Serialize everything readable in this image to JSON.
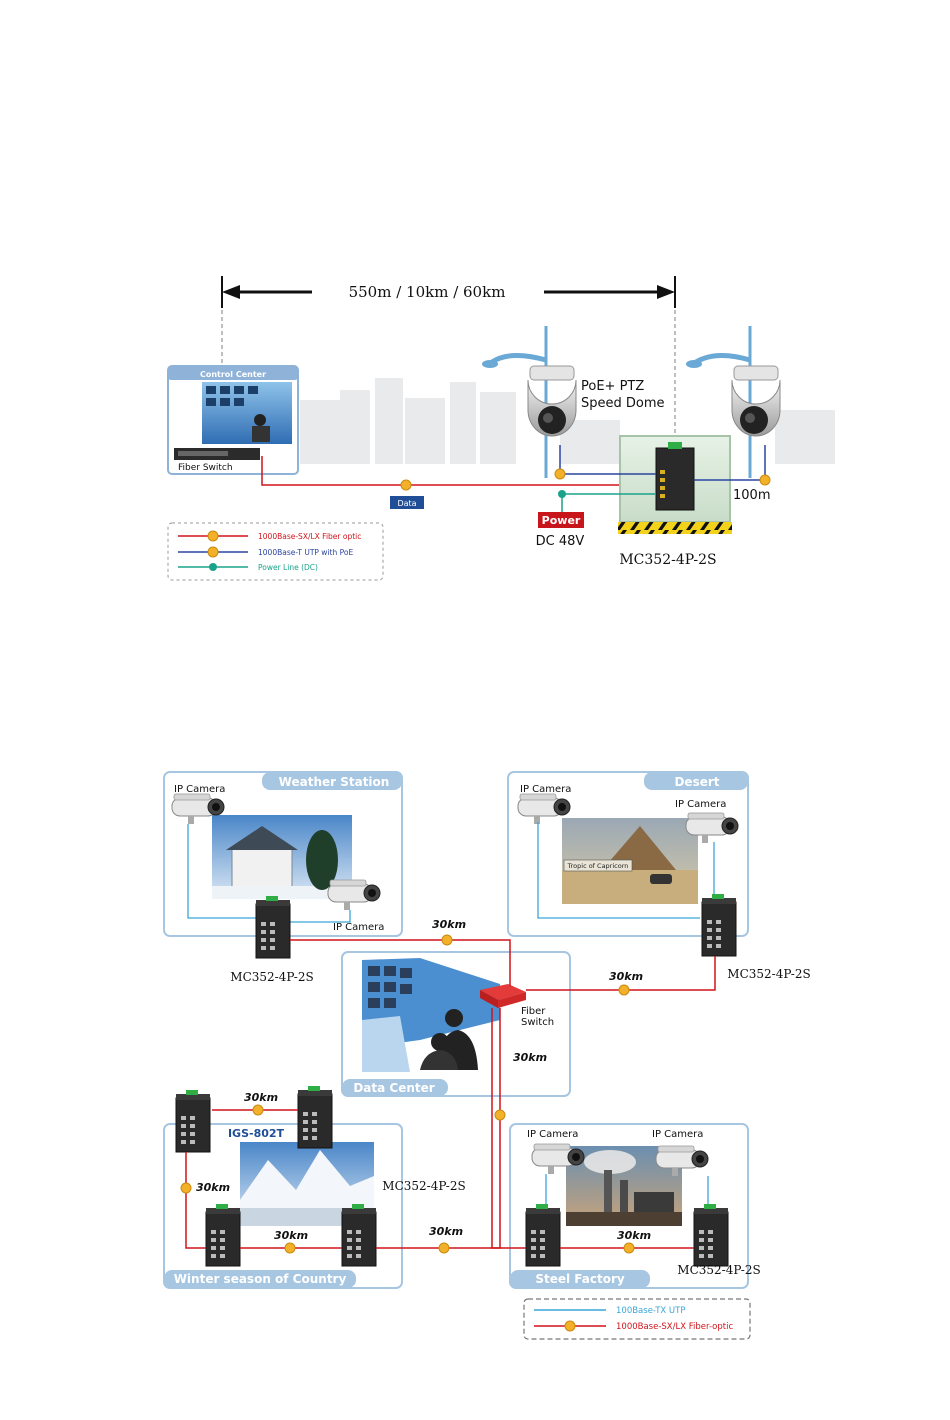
{
  "diagram1": {
    "distance_label": "550m / 10km / 60km",
    "control_center_title": "Control Center",
    "fiber_switch_label": "Fiber Switch",
    "data_label": "Data",
    "camera_label_line1": "PoE+ PTZ",
    "camera_label_line2": "Speed Dome",
    "power_label": "Power",
    "dc_label": "DC 48V",
    "distance_100m": "100m",
    "model_label": "MC352-4P-2S",
    "legend": [
      {
        "label": "1000Base-SX/LX Fiber optic",
        "color": "#d0141c"
      },
      {
        "label": "1000Base-T UTP with PoE",
        "color": "#2a45a0"
      },
      {
        "label": "Power Line (DC)",
        "color": "#1aa38a"
      }
    ]
  },
  "diagram2": {
    "weather_station": {
      "title": "Weather Station",
      "ip_camera_1": "IP Camera",
      "ip_camera_2": "IP Camera",
      "model": "MC352-4P-2S"
    },
    "desert": {
      "title": "Desert",
      "ip_camera_1": "IP Camera",
      "ip_camera_2": "IP Camera",
      "sign_text": "Tropic of Capricorn",
      "model": "MC352-4P-2S"
    },
    "data_center": {
      "title": "Data Center",
      "fiber_switch_line1": "Fiber",
      "fiber_switch_line2": "Switch"
    },
    "winter": {
      "title": "Winter season of Country",
      "switch_label": "IGS-802T",
      "model": "MC352-4P-2S"
    },
    "steel_factory": {
      "title": "Steel Factory",
      "ip_camera_1": "IP Camera",
      "ip_camera_2": "IP Camera",
      "model": "MC352-4P-2S"
    },
    "distances": {
      "ws_to_dc": "30km",
      "desert_to_dc": "30km",
      "dc_down": "30km",
      "winter_top": "30km",
      "winter_left": "30km",
      "winter_bottom": "30km",
      "winter_to_sf": "30km",
      "sf_bottom": "30km"
    },
    "legend": [
      {
        "label": "100Base-TX UTP",
        "color": "#3aa6d8"
      },
      {
        "label": "1000Base-SX/LX Fiber-optic",
        "color": "#d0141c"
      }
    ]
  }
}
